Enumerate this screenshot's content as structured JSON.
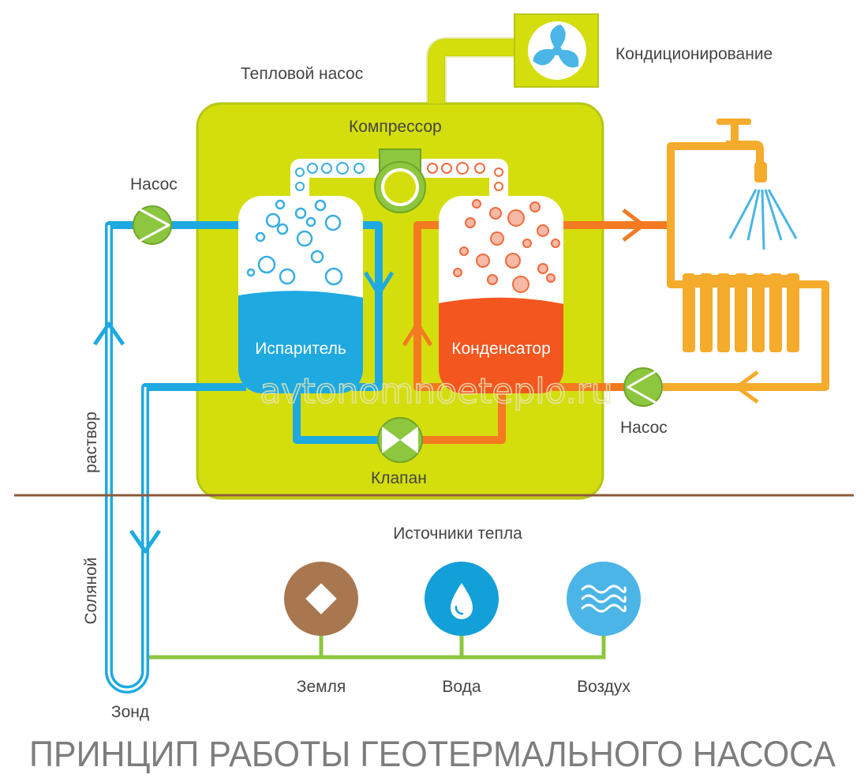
{
  "labels": {
    "conditioning": "Кондиционирование",
    "heat_pump": "Тепловой насос",
    "compressor": "Компрессор",
    "pump_left": "Насос",
    "pump_right": "Насос",
    "evaporator": "Испаритель",
    "condenser": "Конденсатор",
    "valve": "Клапан",
    "brine_1": "Соляной",
    "brine_2": "раствор",
    "heat_sources": "Источники тепла",
    "probe": "Зонд",
    "ground": "Земля",
    "water": "Вода",
    "air": "Воздух"
  },
  "watermark": "avtonomnoeteplo.ru",
  "title": "ПРИНЦИП РАБОТЫ ГЕОТЕРМАЛЬНОГО НАСОСА",
  "icons": {
    "fan": "fan-icon",
    "faucet": "faucet-icon",
    "radiator": "radiator-icon",
    "ground": "diamond-icon",
    "water": "water-drop-icon",
    "air": "waves-icon"
  },
  "colors": {
    "housing": "#d4de0c",
    "housing_border": "#b6c713",
    "cold": "#1ea9e1",
    "hot": "#f37a21",
    "warm": "#f5ab2b",
    "green": "#8dc63f",
    "ground_line": "#8b5a3c",
    "ground_circle": "#a8774f",
    "water_circle": "#139fd8",
    "air_circle": "#4ab5e6"
  }
}
